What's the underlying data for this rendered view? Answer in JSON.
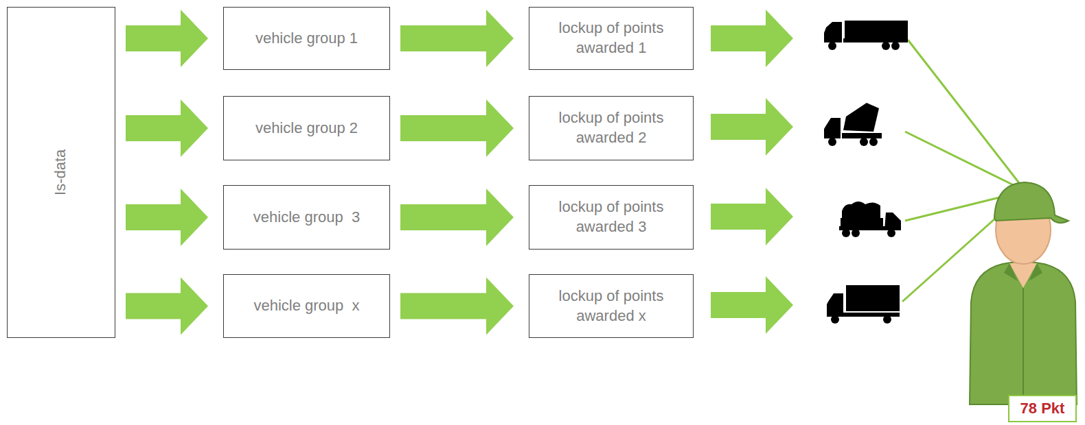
{
  "diagram": {
    "nodes": [
      {
        "text": [
          "Is-data"
        ]
      },
      {
        "text": [
          "vehicle group 1"
        ]
      },
      {
        "text": [
          "vehicle group 2"
        ]
      },
      {
        "text": [
          "vehicle group  3"
        ]
      },
      {
        "text": [
          "vehicle group  x"
        ]
      },
      {
        "text": [
          "lockup of points awarded 1"
        ]
      },
      {
        "text": [
          "lockup of points awarded 2"
        ]
      },
      {
        "text": [
          "lockup of points awarded 3"
        ]
      },
      {
        "text": [
          "lockup of points awarded x"
        ]
      },
      {
        "text": [
          "78 Pkt"
        ]
      }
    ],
    "edges": [
      {
        "from": 0,
        "to": 1,
        "arrow": "to"
      },
      {
        "from": 0,
        "to": 2,
        "arrow": "to"
      },
      {
        "from": 0,
        "to": 3,
        "arrow": "to"
      },
      {
        "from": 0,
        "to": 4,
        "arrow": "to"
      },
      {
        "from": 1,
        "to": 5,
        "arrow": "to"
      },
      {
        "from": 2,
        "to": 6,
        "arrow": "to"
      },
      {
        "from": 3,
        "to": 7,
        "arrow": "to"
      },
      {
        "from": 4,
        "to": 8,
        "arrow": "to"
      }
    ]
  }
}
